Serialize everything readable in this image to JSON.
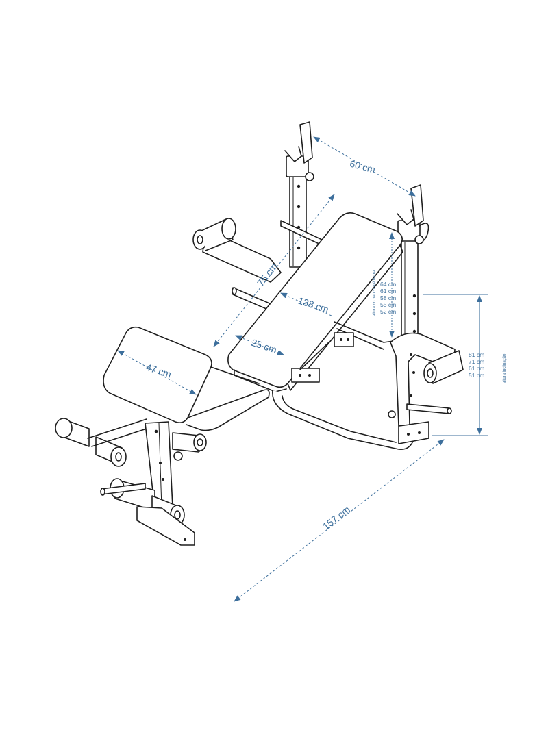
{
  "dimensions": {
    "width": "60 cm",
    "length": "157 cm",
    "backrest_length": "138 cm",
    "backrest_height": "75 cm",
    "backrest_width": "25 cm",
    "seat_width": "47 cm"
  },
  "seat_heights": {
    "values": [
      "64 cm",
      "61 cm",
      "58 cm",
      "55 cm",
      "52 cm"
    ],
    "label": "altura do banco até barra"
  },
  "incline_heights": {
    "values": [
      "81 cm",
      "71 cm",
      "61 cm",
      "51 cm"
    ],
    "label": "altura inclinação"
  },
  "colors": {
    "dimension": "#3d6f9c",
    "line": "#1e1e1e",
    "background": "#ffffff"
  }
}
